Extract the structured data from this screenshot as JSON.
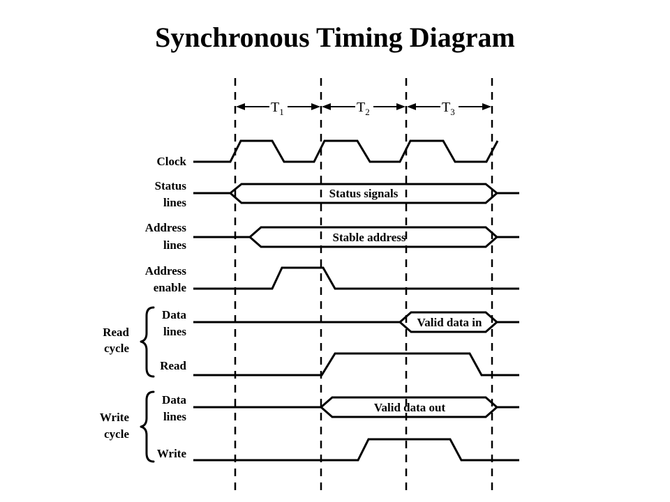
{
  "title": "Synchronous Timing Diagram",
  "periods": [
    {
      "main": "T",
      "sub": "1"
    },
    {
      "main": "T",
      "sub": "2"
    },
    {
      "main": "T",
      "sub": "3"
    }
  ],
  "signals": {
    "clock": {
      "label": "Clock"
    },
    "status": {
      "label_line1": "Status",
      "label_line2": "lines",
      "bus_text": "Status signals"
    },
    "address": {
      "label_line1": "Address",
      "label_line2": "lines",
      "bus_text": "Stable address"
    },
    "address_enable": {
      "label_line1": "Address",
      "label_line2": "enable"
    },
    "read_data": {
      "label_line1": "Data",
      "label_line2": "lines",
      "bus_text": "Valid data in"
    },
    "read": {
      "label": "Read"
    },
    "write_data": {
      "label_line1": "Data",
      "label_line2": "lines",
      "bus_text": "Valid data out"
    },
    "write": {
      "label": "Write"
    }
  },
  "groups": {
    "read_cycle": {
      "line1": "Read",
      "line2": "cycle"
    },
    "write_cycle": {
      "line1": "Write",
      "line2": "cycle"
    }
  }
}
